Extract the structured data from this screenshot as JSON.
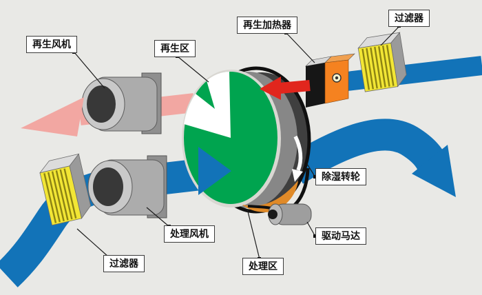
{
  "colors": {
    "background": "#e9e9e6",
    "process_blue": "#1273b8",
    "regen_pink": "#f2a7a2",
    "hot_red": "#e1261d",
    "wheel_green": "#00a44f",
    "heater_orange": "#f58220",
    "filter_yellow": "#f2e635",
    "desiccant_orange": "#e08a28"
  },
  "labels": {
    "regen_fan": "再生风机",
    "regen_zone": "再生区",
    "regen_heater": "再生加热器",
    "filter_top": "过滤器",
    "desiccant_wheel": "除湿转轮",
    "drive_motor": "驱动马达",
    "process_zone": "处理区",
    "process_fan": "处理风机",
    "filter_bottom": "过滤器"
  }
}
